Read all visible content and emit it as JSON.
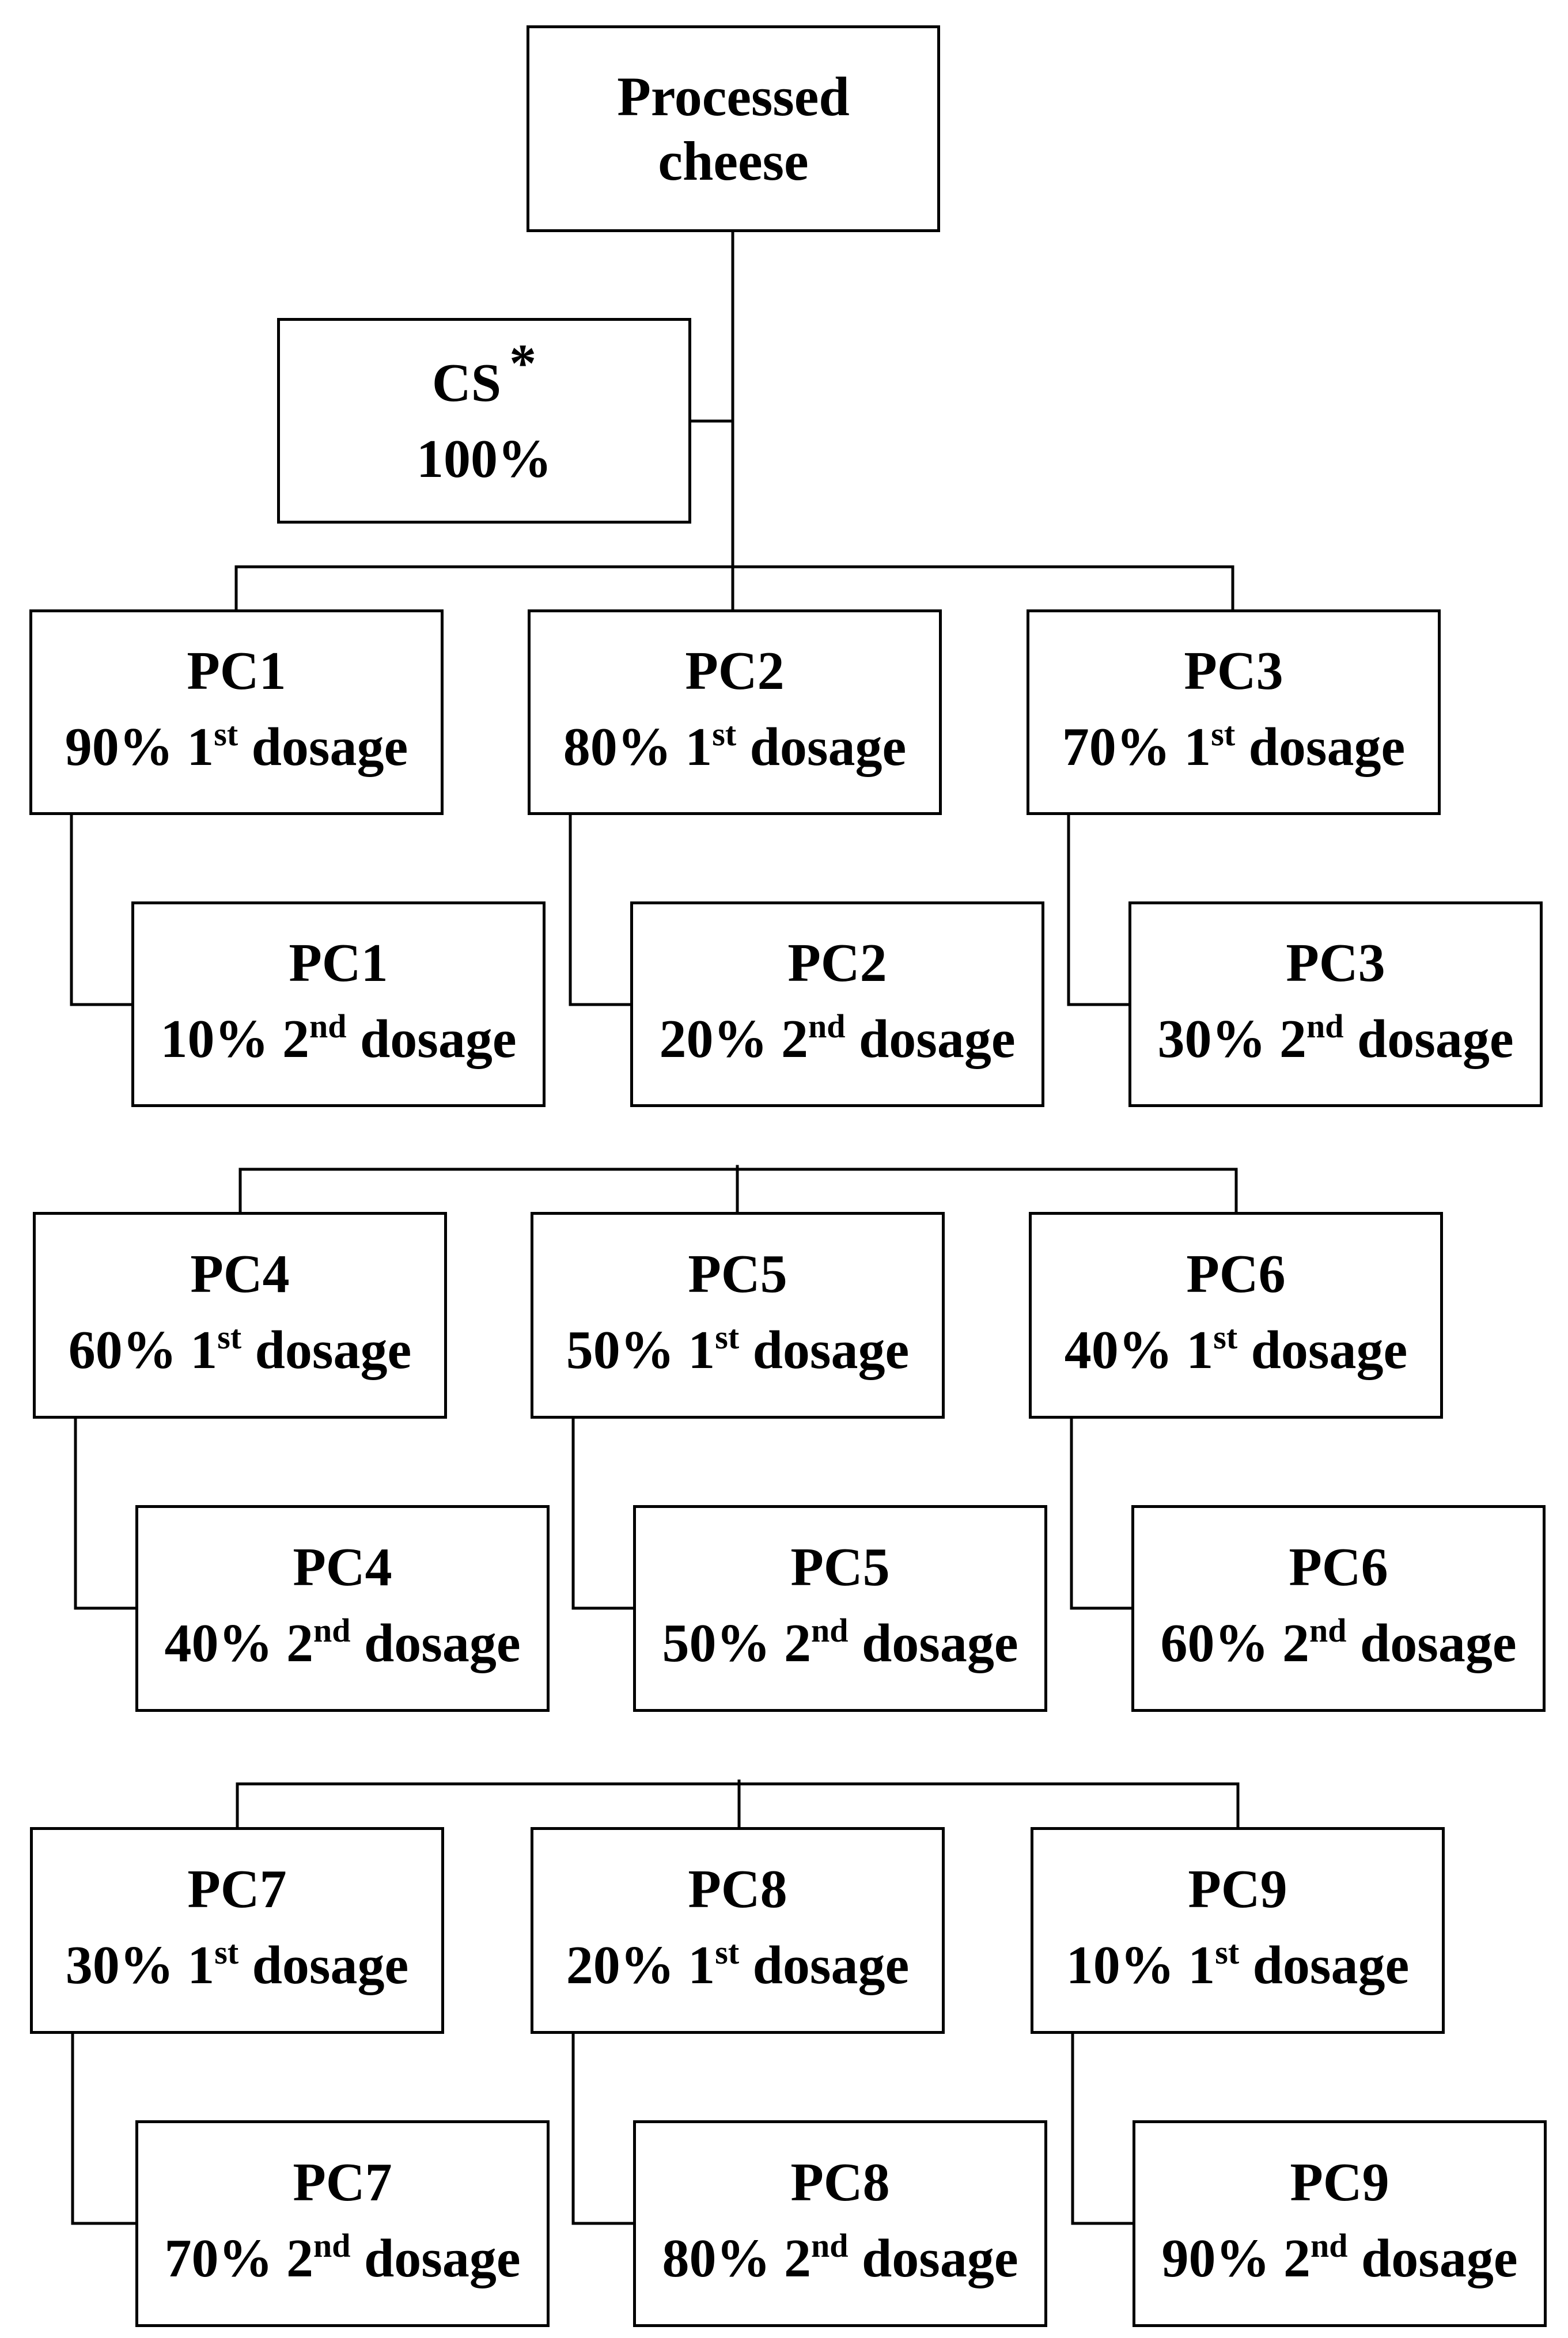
{
  "root": {
    "line1": "Processed",
    "line2": "cheese"
  },
  "control": {
    "name": "CS",
    "marker": "*",
    "percent": "100%"
  },
  "first_suffix": "dosage",
  "first_sup": "st",
  "second_sup": "nd",
  "samples": [
    {
      "name": "PC1",
      "first_pct": "90% 1",
      "second_pct": "10% 2"
    },
    {
      "name": "PC2",
      "first_pct": "80% 1",
      "second_pct": "20% 2"
    },
    {
      "name": "PC3",
      "first_pct": "70% 1",
      "second_pct": "30% 2"
    },
    {
      "name": "PC4",
      "first_pct": "60% 1",
      "second_pct": "40% 2"
    },
    {
      "name": "PC5",
      "first_pct": "50% 1",
      "second_pct": "50% 2"
    },
    {
      "name": "PC6",
      "first_pct": "40% 1",
      "second_pct": "60% 2"
    },
    {
      "name": "PC7",
      "first_pct": "30% 1",
      "second_pct": "70% 2"
    },
    {
      "name": "PC8",
      "first_pct": "20% 1",
      "second_pct": "80% 2"
    },
    {
      "name": "PC9",
      "first_pct": "10% 1",
      "second_pct": "90% 2"
    }
  ]
}
